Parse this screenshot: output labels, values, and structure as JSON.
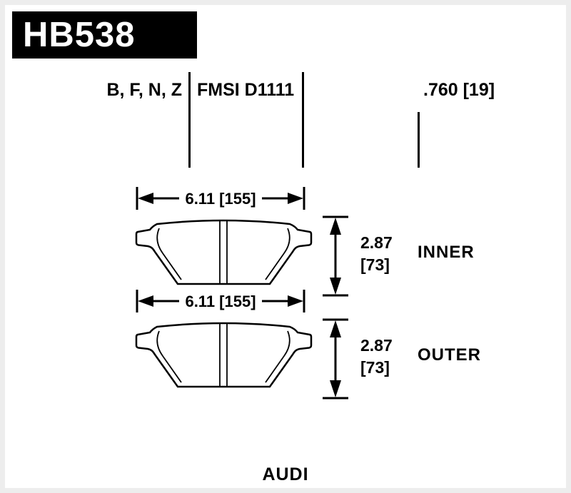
{
  "header": {
    "part_number": "HB538",
    "compounds": "B, F, N, Z",
    "fmsi": "FMSI D1111",
    "pad_thickness": ".760 [19]"
  },
  "pads": [
    {
      "label": "INNER",
      "width_dim": "6.11 [155]",
      "height_in": "2.87",
      "height_mm": "[73]"
    },
    {
      "label": "OUTER",
      "width_dim": "6.11 [155]",
      "height_in": "2.87",
      "height_mm": "[73]"
    }
  ],
  "footer": {
    "vehicle": "AUDI"
  },
  "colors": {
    "plate_bg": "#000000",
    "plate_text": "#ffffff",
    "line_color": "#000000",
    "background": "#ffffff",
    "frame": "#ededed"
  }
}
